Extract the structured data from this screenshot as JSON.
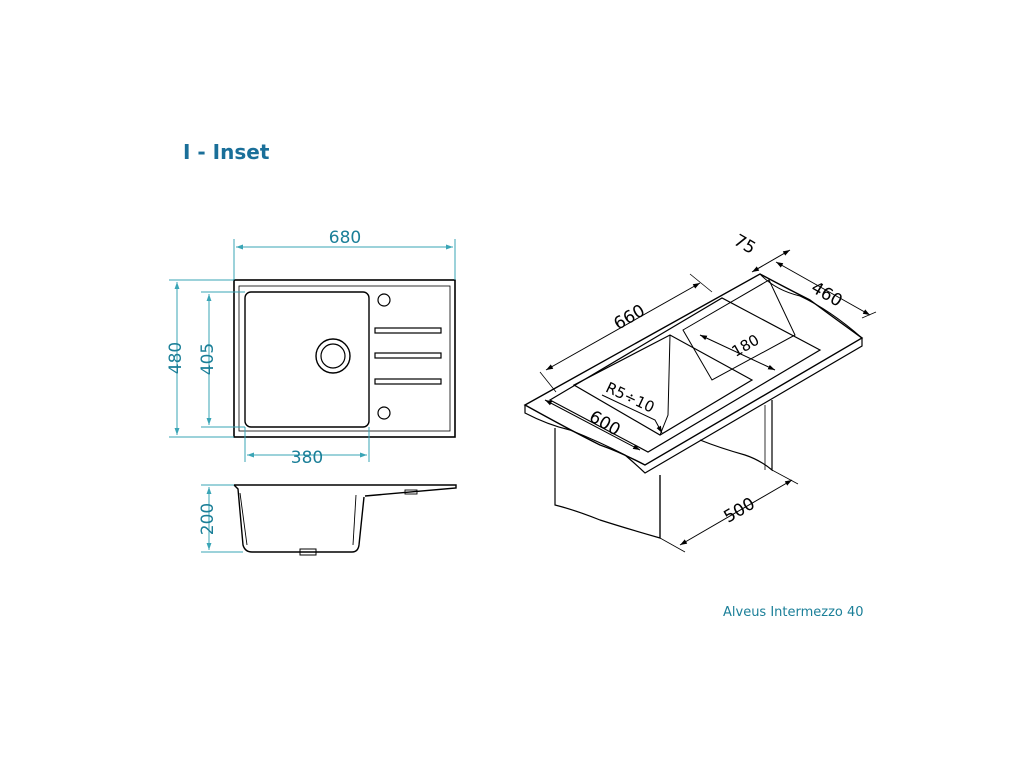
{
  "title": "I - Inset",
  "footer": "Alveus Intermezzo 40",
  "colors": {
    "title": "#1a6f99",
    "dimension": "#1b7f98",
    "dimension_line": "#3aa5b6",
    "drawing": "#000000"
  },
  "top_view": {
    "width": "680",
    "height": "480",
    "bowl_height": "405",
    "bowl_width": "380"
  },
  "side_view": {
    "depth": "200"
  },
  "iso_view": {
    "cutout_length": "660",
    "cutout_width": "460",
    "flange": "75",
    "bowl_length": "600",
    "bowl_width": "180",
    "corner_radius": "R5÷10",
    "cabinet_width": "500"
  }
}
